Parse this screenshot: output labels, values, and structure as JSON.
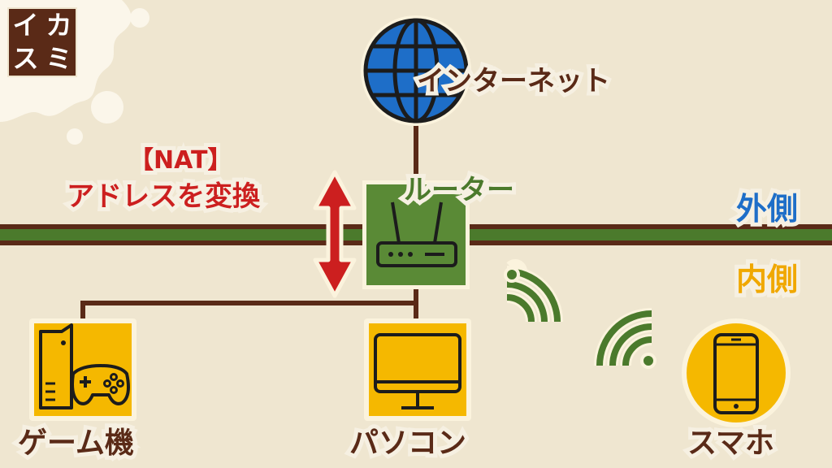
{
  "logo": {
    "chars": [
      "イ",
      "カ",
      "ス",
      "ミ"
    ]
  },
  "labels": {
    "internet": "インターネット",
    "router": "ルーター",
    "outside": "外側",
    "inside": "内側",
    "nat_line1": "【NAT】",
    "nat_line2": "アドレスを変換",
    "game_console": "ゲーム機",
    "pc": "パソコン",
    "smartphone": "スマホ"
  },
  "colors": {
    "background": "#efe6d0",
    "line_dark": "#5a2a17",
    "line_green": "#4b7a2c",
    "globe_blue": "#1e6ec8",
    "router_green": "#5a8a36",
    "device_yellow": "#f5b800",
    "nat_red": "#cc1f1f",
    "label_blue": "#1e6ec8",
    "label_orange": "#f0a800"
  },
  "icons": [
    "globe-icon",
    "router-icon",
    "game-console-icon",
    "monitor-icon",
    "smartphone-icon",
    "wifi-icon",
    "double-arrow-icon"
  ]
}
